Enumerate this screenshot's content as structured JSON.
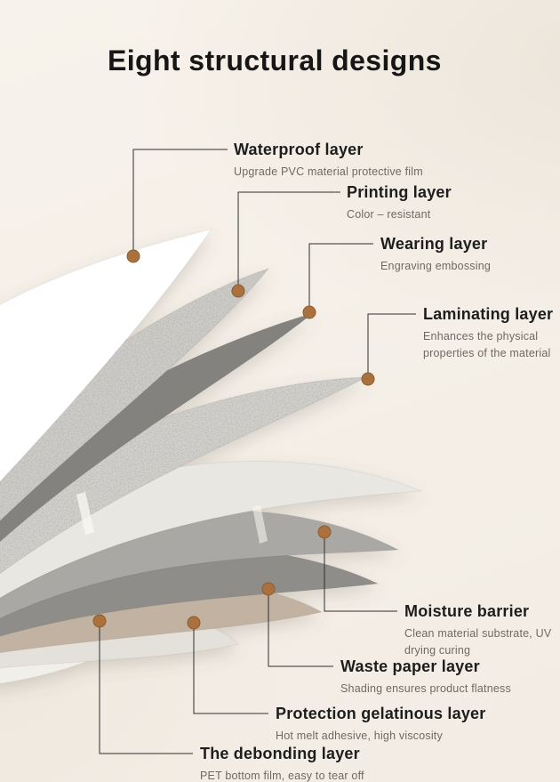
{
  "title": "Eight structural designs",
  "colors": {
    "background": "#f4efe8",
    "dot": "#aa713e",
    "leader_line": "#2f2f2f",
    "label_text": "#1d1d1d",
    "desc_text": "#6e6961"
  },
  "callouts": [
    {
      "label": "Waterproof layer",
      "desc": "Upgrade PVC material protective film"
    },
    {
      "label": "Printing layer",
      "desc": "Color – resistant"
    },
    {
      "label": "Wearing layer",
      "desc": "Engraving embossing"
    },
    {
      "label": "Laminating layer",
      "desc": "Enhances the physical properties of the material"
    },
    {
      "label": "Moisture barrier",
      "desc": "Clean material substrate, UV drying curing"
    },
    {
      "label": "Waste paper layer",
      "desc": "Shading ensures product flatness"
    },
    {
      "label": "Protection gelatinous layer",
      "desc": "Hot melt adhesive, high viscosity"
    },
    {
      "label": "The debonding layer",
      "desc": "PET bottom film, easy to tear off"
    }
  ]
}
